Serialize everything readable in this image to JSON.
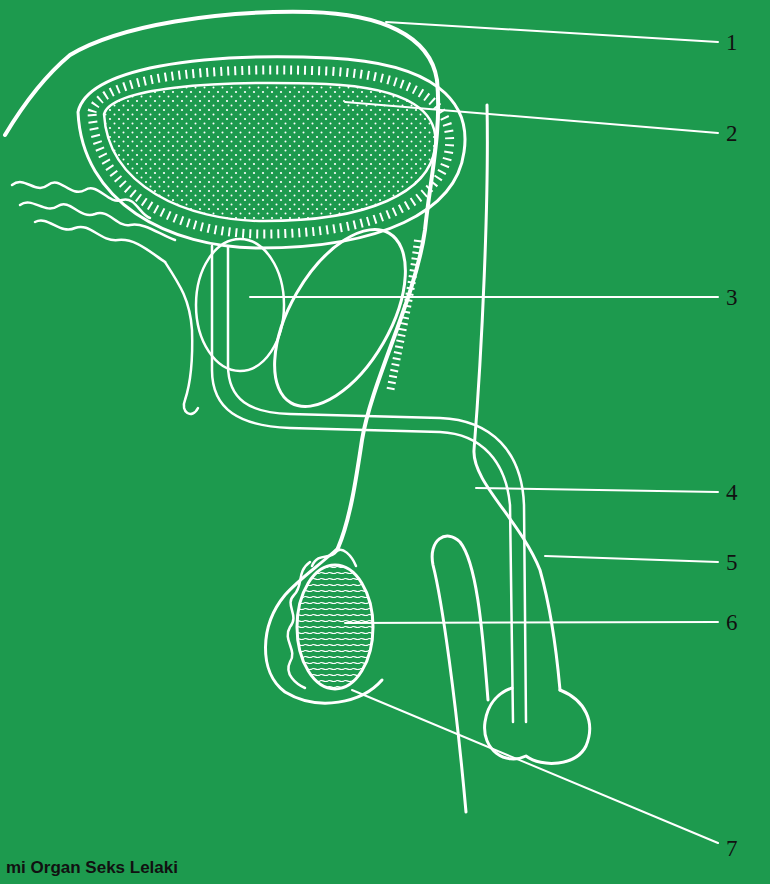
{
  "diagram": {
    "caption": "mi Organ Seks Lelaki",
    "labels": [
      "1",
      "2",
      "3",
      "4",
      "5",
      "6",
      "7"
    ]
  }
}
